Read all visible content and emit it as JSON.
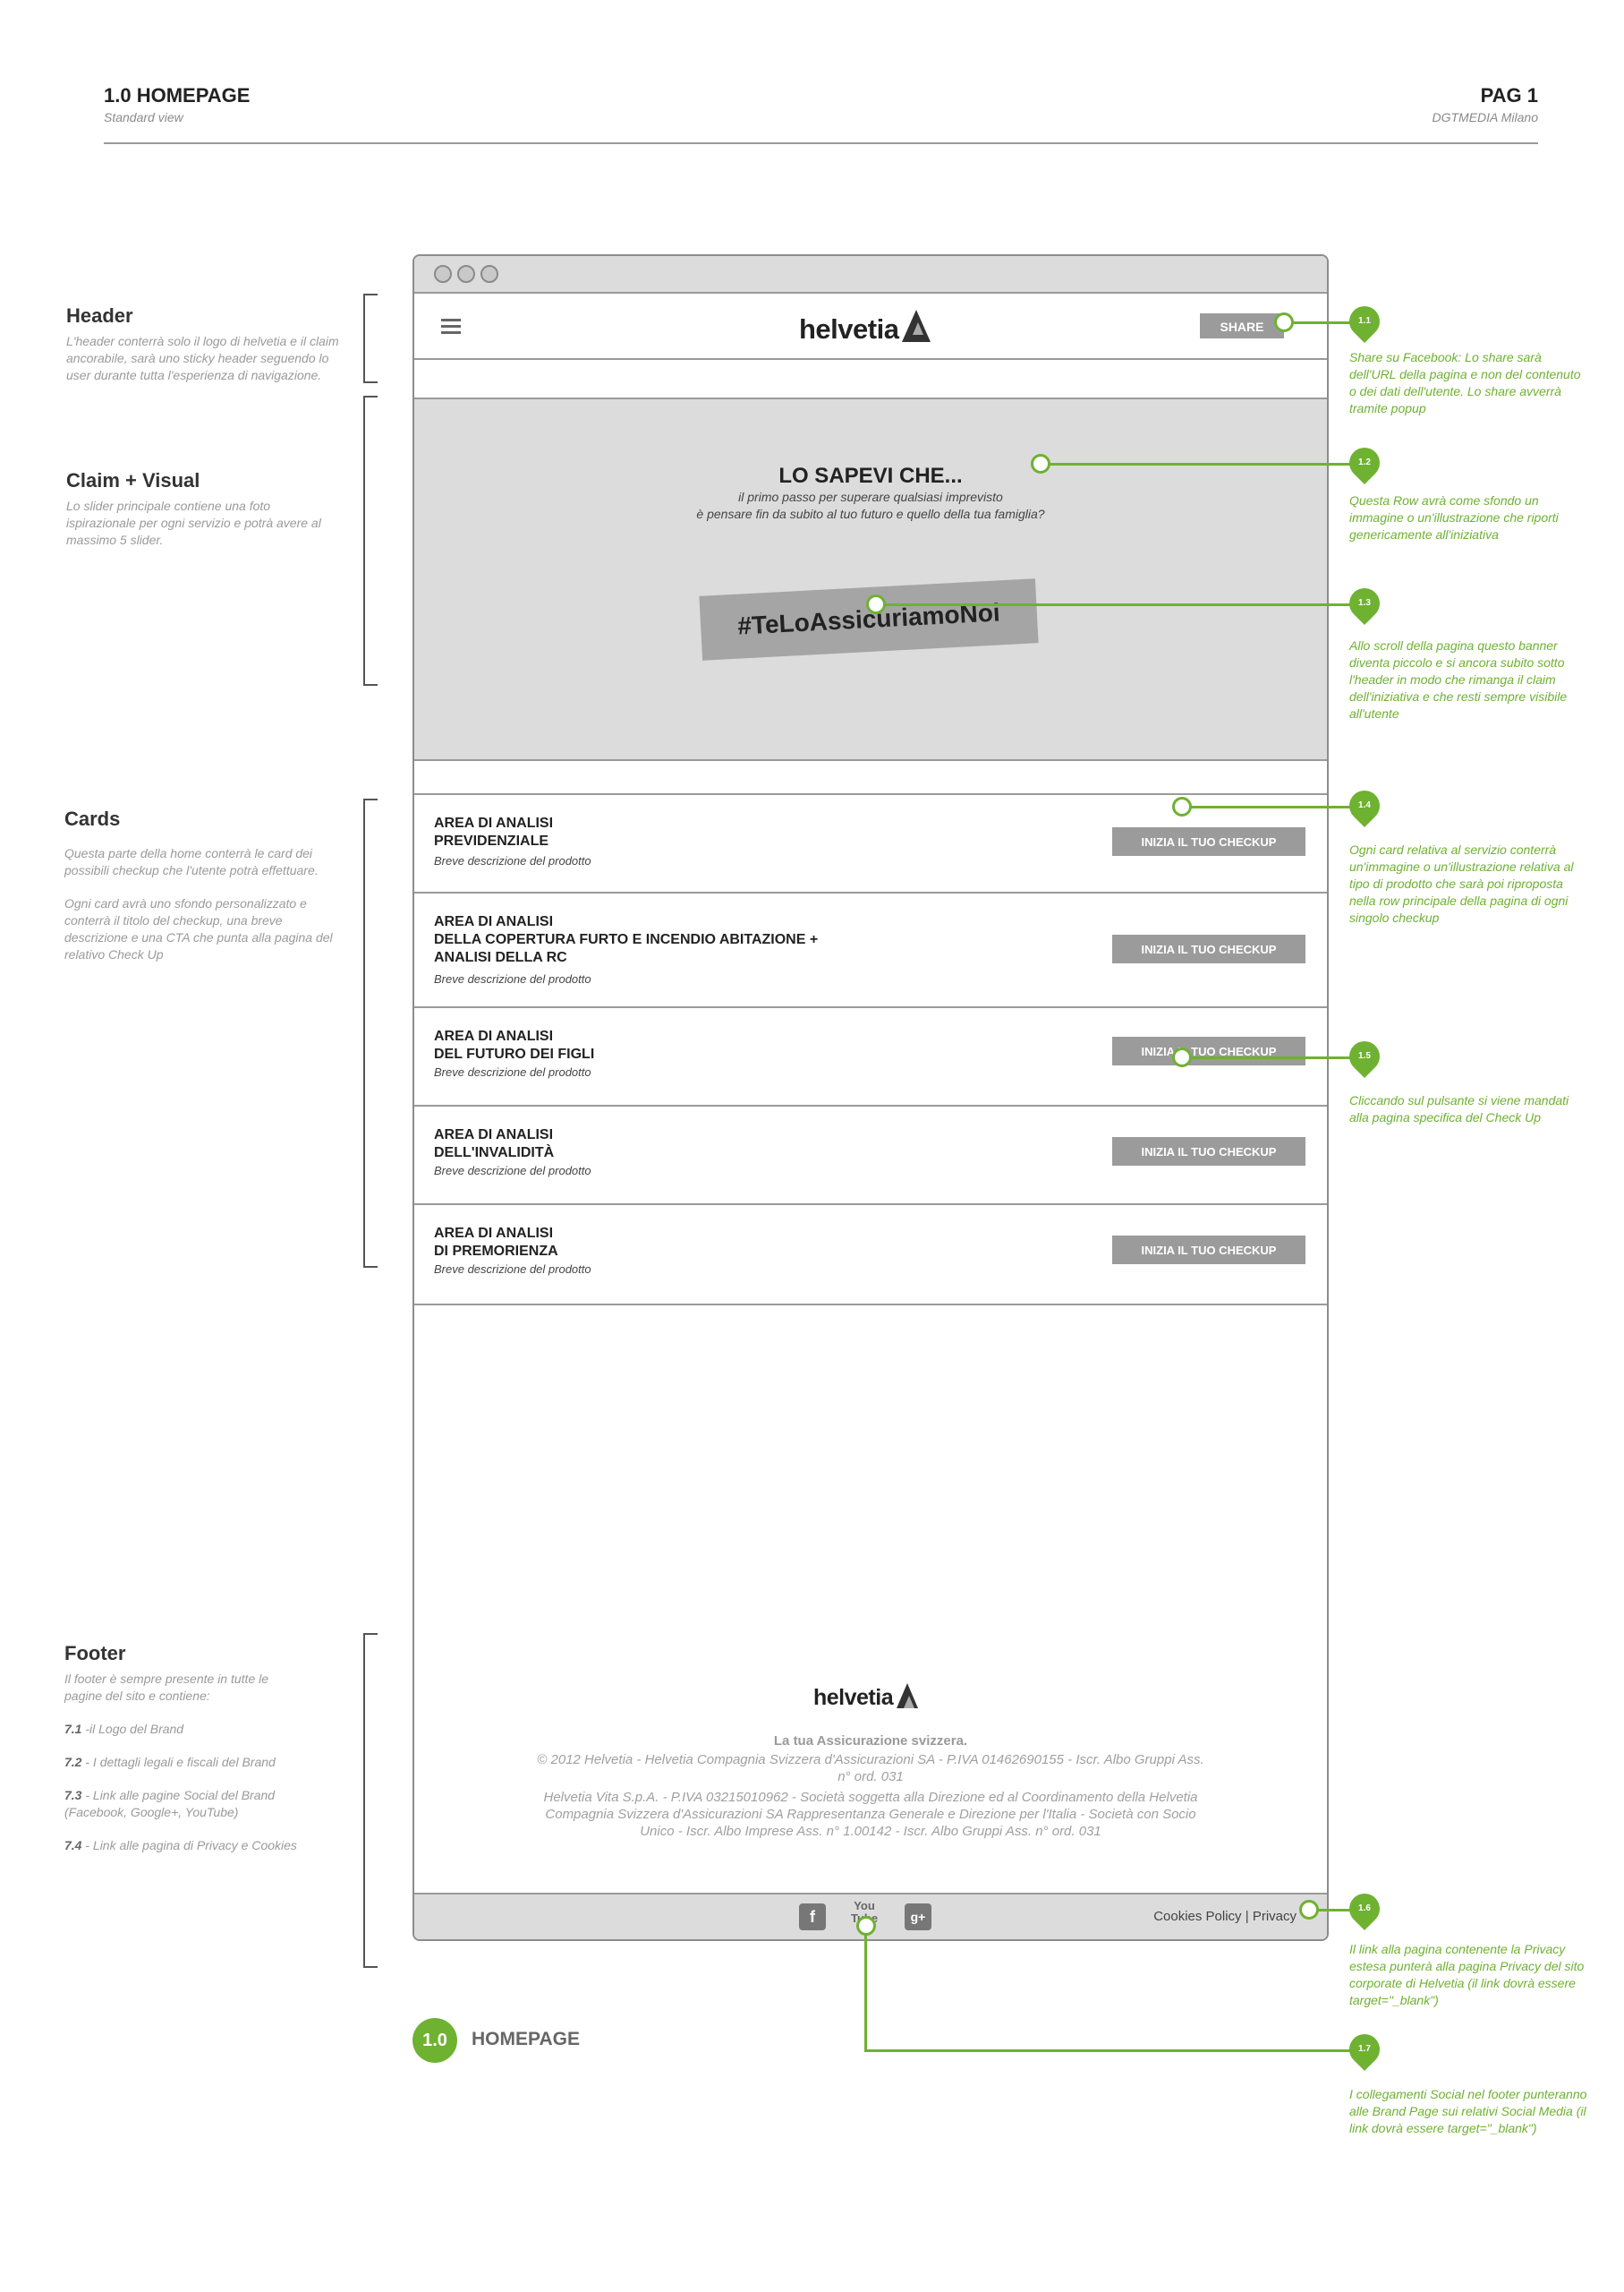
{
  "page": {
    "title": "1.0 HOMEPAGE",
    "subtitle": "Standard view",
    "page_number": "PAG 1",
    "agency": "DGTMEDIA Milano"
  },
  "sections": {
    "header": {
      "title": "Header",
      "desc": "L'header conterrà solo il logo di helvetia e il claim ancorabile, sarà uno sticky header seguendo lo user durante tutta l'esperienza di navigazione."
    },
    "claim": {
      "title": "Claim + Visual",
      "desc": "Lo slider principale contiene una foto ispirazionale per ogni servizio e potrà avere al massimo 5 slider."
    },
    "cards": {
      "title": "Cards",
      "desc1": "Questa parte della home conterrà le card dei possibili checkup che l'utente potrà effettuare.",
      "desc2": "Ogni card avrà uno sfondo personalizzato e conterrà il titolo del checkup, una breve descrizione e una CTA che punta alla pagina del relativo Check Up"
    },
    "footer": {
      "title": "Footer",
      "desc": "Il footer è sempre presente in tutte le pagine del sito e contiene:",
      "items": [
        {
          "num": "7.1",
          "text": " -il Logo del Brand"
        },
        {
          "num": "7.2",
          "text": " - I dettagli legali e fiscali del Brand"
        },
        {
          "num": "7.3",
          "text": " - Link alle pagine Social del Brand (Facebook, Google+, YouTube)"
        },
        {
          "num": "7.4",
          "text": " - Link alle pagina di Privacy e Cookies"
        }
      ]
    }
  },
  "browser": {
    "logo": "helvetia",
    "share_label": "SHARE",
    "hero_title": "LO SAPEVI CHE...",
    "hero_sub1": "il primo passo per superare qualsiasi imprevisto",
    "hero_sub2": "è pensare fin da subito al tuo futuro e quello della tua famiglia?",
    "hashtag": "#TeLoAssicuriamoNoi",
    "cta_label": "INIZIA IL TUO CHECKUP",
    "card_desc": "Breve descrizione del prodotto",
    "cards": [
      {
        "line1": "AREA DI ANALISI",
        "line2": "PREVIDENZIALE",
        "line3": ""
      },
      {
        "line1": "AREA DI ANALISI",
        "line2": "DELLA COPERTURA FURTO E INCENDIO ABITAZIONE +",
        "line3": "ANALISI DELLA RC"
      },
      {
        "line1": "AREA DI ANALISI",
        "line2": "DEL FUTURO DEI FIGLI",
        "line3": ""
      },
      {
        "line1": "AREA DI ANALISI",
        "line2": "DELL'INVALIDITÀ",
        "line3": ""
      },
      {
        "line1": "AREA DI ANALISI",
        "line2": "DI PREMORIENZA",
        "line3": ""
      }
    ],
    "footer_logo": "helvetia",
    "footer_tagline": "La tua Assicurazione svizzera.",
    "footer_legal1": "© 2012 Helvetia - Helvetia Compagnia Svizzera d'Assicurazioni SA - P.IVA 01462690155 - Iscr. Albo Gruppi Ass. n° ord. 031",
    "footer_legal2": "Helvetia Vita S.p.A. - P.IVA 03215010962 - Società soggetta alla Direzione ed al Coordinamento della Helvetia Compagnia Svizzera d'Assicurazioni SA Rappresentanza Generale e Direzione per l'Italia - Società con Socio Unico - Iscr. Albo Imprese Ass. n° 1.00142 - Iscr. Albo Gruppi Ass. n° ord. 031",
    "social": {
      "facebook": "f",
      "youtube": "You Tube",
      "google": "g+"
    },
    "cookies": "Cookies Policy",
    "separator": "|",
    "privacy": "Privacy"
  },
  "annotations": [
    {
      "num": "1.1",
      "text": "Share su Facebook: Lo share sarà dell'URL della pagina e non del contenuto o dei dati dell'utente. Lo share avverrà tramite popup"
    },
    {
      "num": "1.2",
      "text": "Questa Row avrà come sfondo un immagine o un'illustrazione che riporti genericamente all'iniziativa"
    },
    {
      "num": "1.3",
      "text": "Allo scroll della pagina questo banner diventa piccolo e si ancora subito sotto l'header in modo che rimanga il claim dell'iniziativa e che resti sempre visibile all'utente"
    },
    {
      "num": "1.4",
      "text": "Ogni card relativa al servizio conterrà un'immagine o un'illustrazione relativa al tipo di prodotto che sarà poi riproposta nella row principale della pagina di ogni singolo checkup"
    },
    {
      "num": "1.5",
      "text": "Cliccando sul pulsante si viene mandati alla pagina specifica del Check Up"
    },
    {
      "num": "1.6",
      "text": "Il link alla pagina contenente la Privacy estesa punterà alla pagina Privacy del sito corporate di Helvetia (il link dovrà essere target=\"_blank\")"
    },
    {
      "num": "1.7",
      "text": "I collegamenti Social nel footer punteranno alle Brand Page sui relativi Social Media (il link dovrà essere target=\"_blank\")"
    }
  ],
  "badge": {
    "num": "1.0",
    "label": "HOMEPAGE"
  },
  "colors": {
    "accent": "#6fb131",
    "wire_gray": "#dcdcdc",
    "button_gray": "#9b9b9b"
  }
}
